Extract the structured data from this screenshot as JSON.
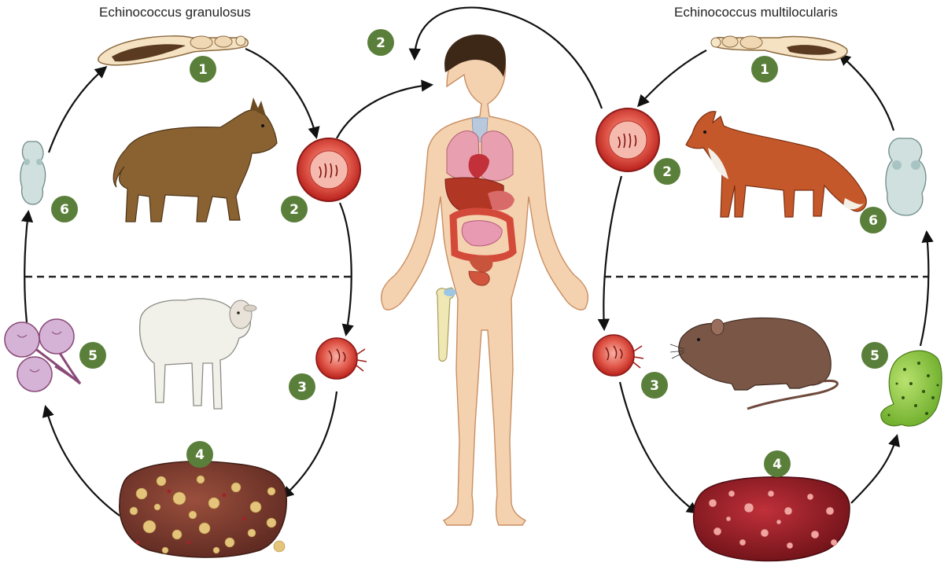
{
  "titles": {
    "left": "Echinococcus granulosus",
    "right": "Echinococcus multilocularis"
  },
  "colors": {
    "step_badge": "#5a7f3a",
    "arrow": "#111111",
    "divider": "#222222"
  },
  "left_cycle": {
    "steps": [
      {
        "number": "1",
        "subject": "adult tapeworm"
      },
      {
        "number": "2",
        "subject": "egg"
      },
      {
        "number": "3",
        "subject": "oncosphere"
      },
      {
        "number": "4",
        "subject": "hydatid cyst in liver"
      },
      {
        "number": "5",
        "subject": "protoscolices"
      },
      {
        "number": "6",
        "subject": "scolex"
      }
    ],
    "definitive_host": "dog",
    "intermediate_host": "sheep"
  },
  "center": {
    "step": {
      "number": "2",
      "subject": "egg ingested by human"
    },
    "subject": "human"
  },
  "right_cycle": {
    "steps": [
      {
        "number": "1",
        "subject": "adult tapeworm"
      },
      {
        "number": "2",
        "subject": "egg"
      },
      {
        "number": "3",
        "subject": "oncosphere"
      },
      {
        "number": "4",
        "subject": "alveolar cyst in liver"
      },
      {
        "number": "5",
        "subject": "protoscolex cyst"
      },
      {
        "number": "6",
        "subject": "scolex"
      }
    ],
    "definitive_host": "fox",
    "intermediate_host": "rodent"
  }
}
